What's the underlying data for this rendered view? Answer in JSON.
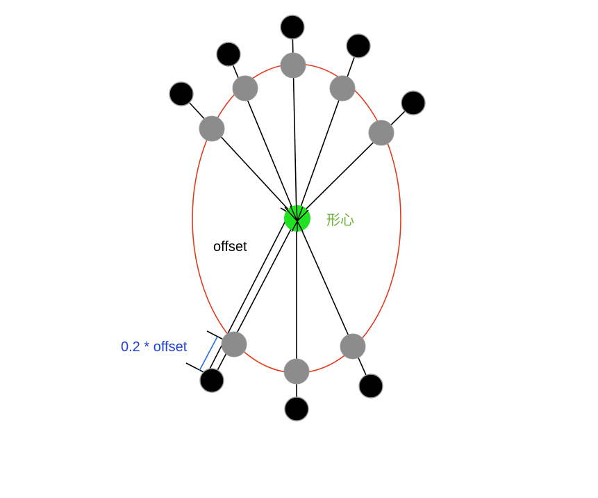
{
  "labels": {
    "centroid": "形心",
    "offset": "offset",
    "scaled_offset": "0.2 * offset"
  },
  "colors": {
    "background": "#ffffff",
    "ellipse_stroke": "#e23a1d",
    "centroid_fill": "#22e022",
    "centroid_label": "#6bb33a",
    "inner_point_fill": "#8c8c8c",
    "outer_point_fill": "#000000",
    "ray_stroke": "#000000",
    "offset_label": "#000000",
    "dimension_stroke": "#1e6fd9",
    "scaled_offset_label": "#1e3fd9"
  }
}
